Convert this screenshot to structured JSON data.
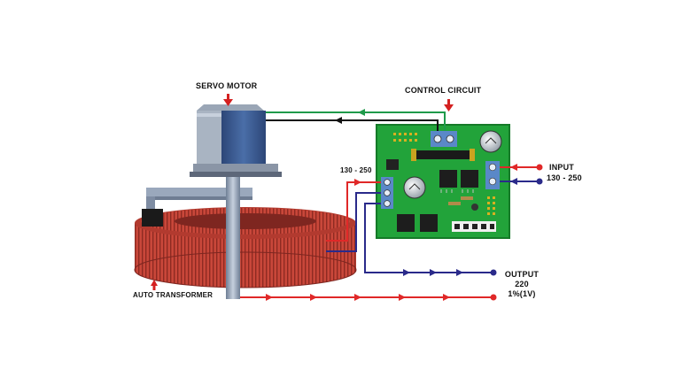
{
  "labels": {
    "servo_motor": "SERVO MOTOR",
    "control_circuit": "CONTROL CIRCUIT",
    "input_title": "INPUT",
    "input_range": "130 - 250",
    "board_range": "130 - 250",
    "output_title": "OUTPUT",
    "output_voltage": "220",
    "output_tolerance": "1%(1V)",
    "auto_transformer": "AUTO TRANSFORMER"
  },
  "colors": {
    "board": "#22a33a",
    "board_dark": "#157a28",
    "transformer": "#c9473a",
    "motor_body": "#3e5f9a",
    "wire_red": "#e02828",
    "wire_blue": "#2a2a8a",
    "wire_green": "#1f9a4a",
    "wire_black": "#111111",
    "terminal": "#5a88c8"
  }
}
